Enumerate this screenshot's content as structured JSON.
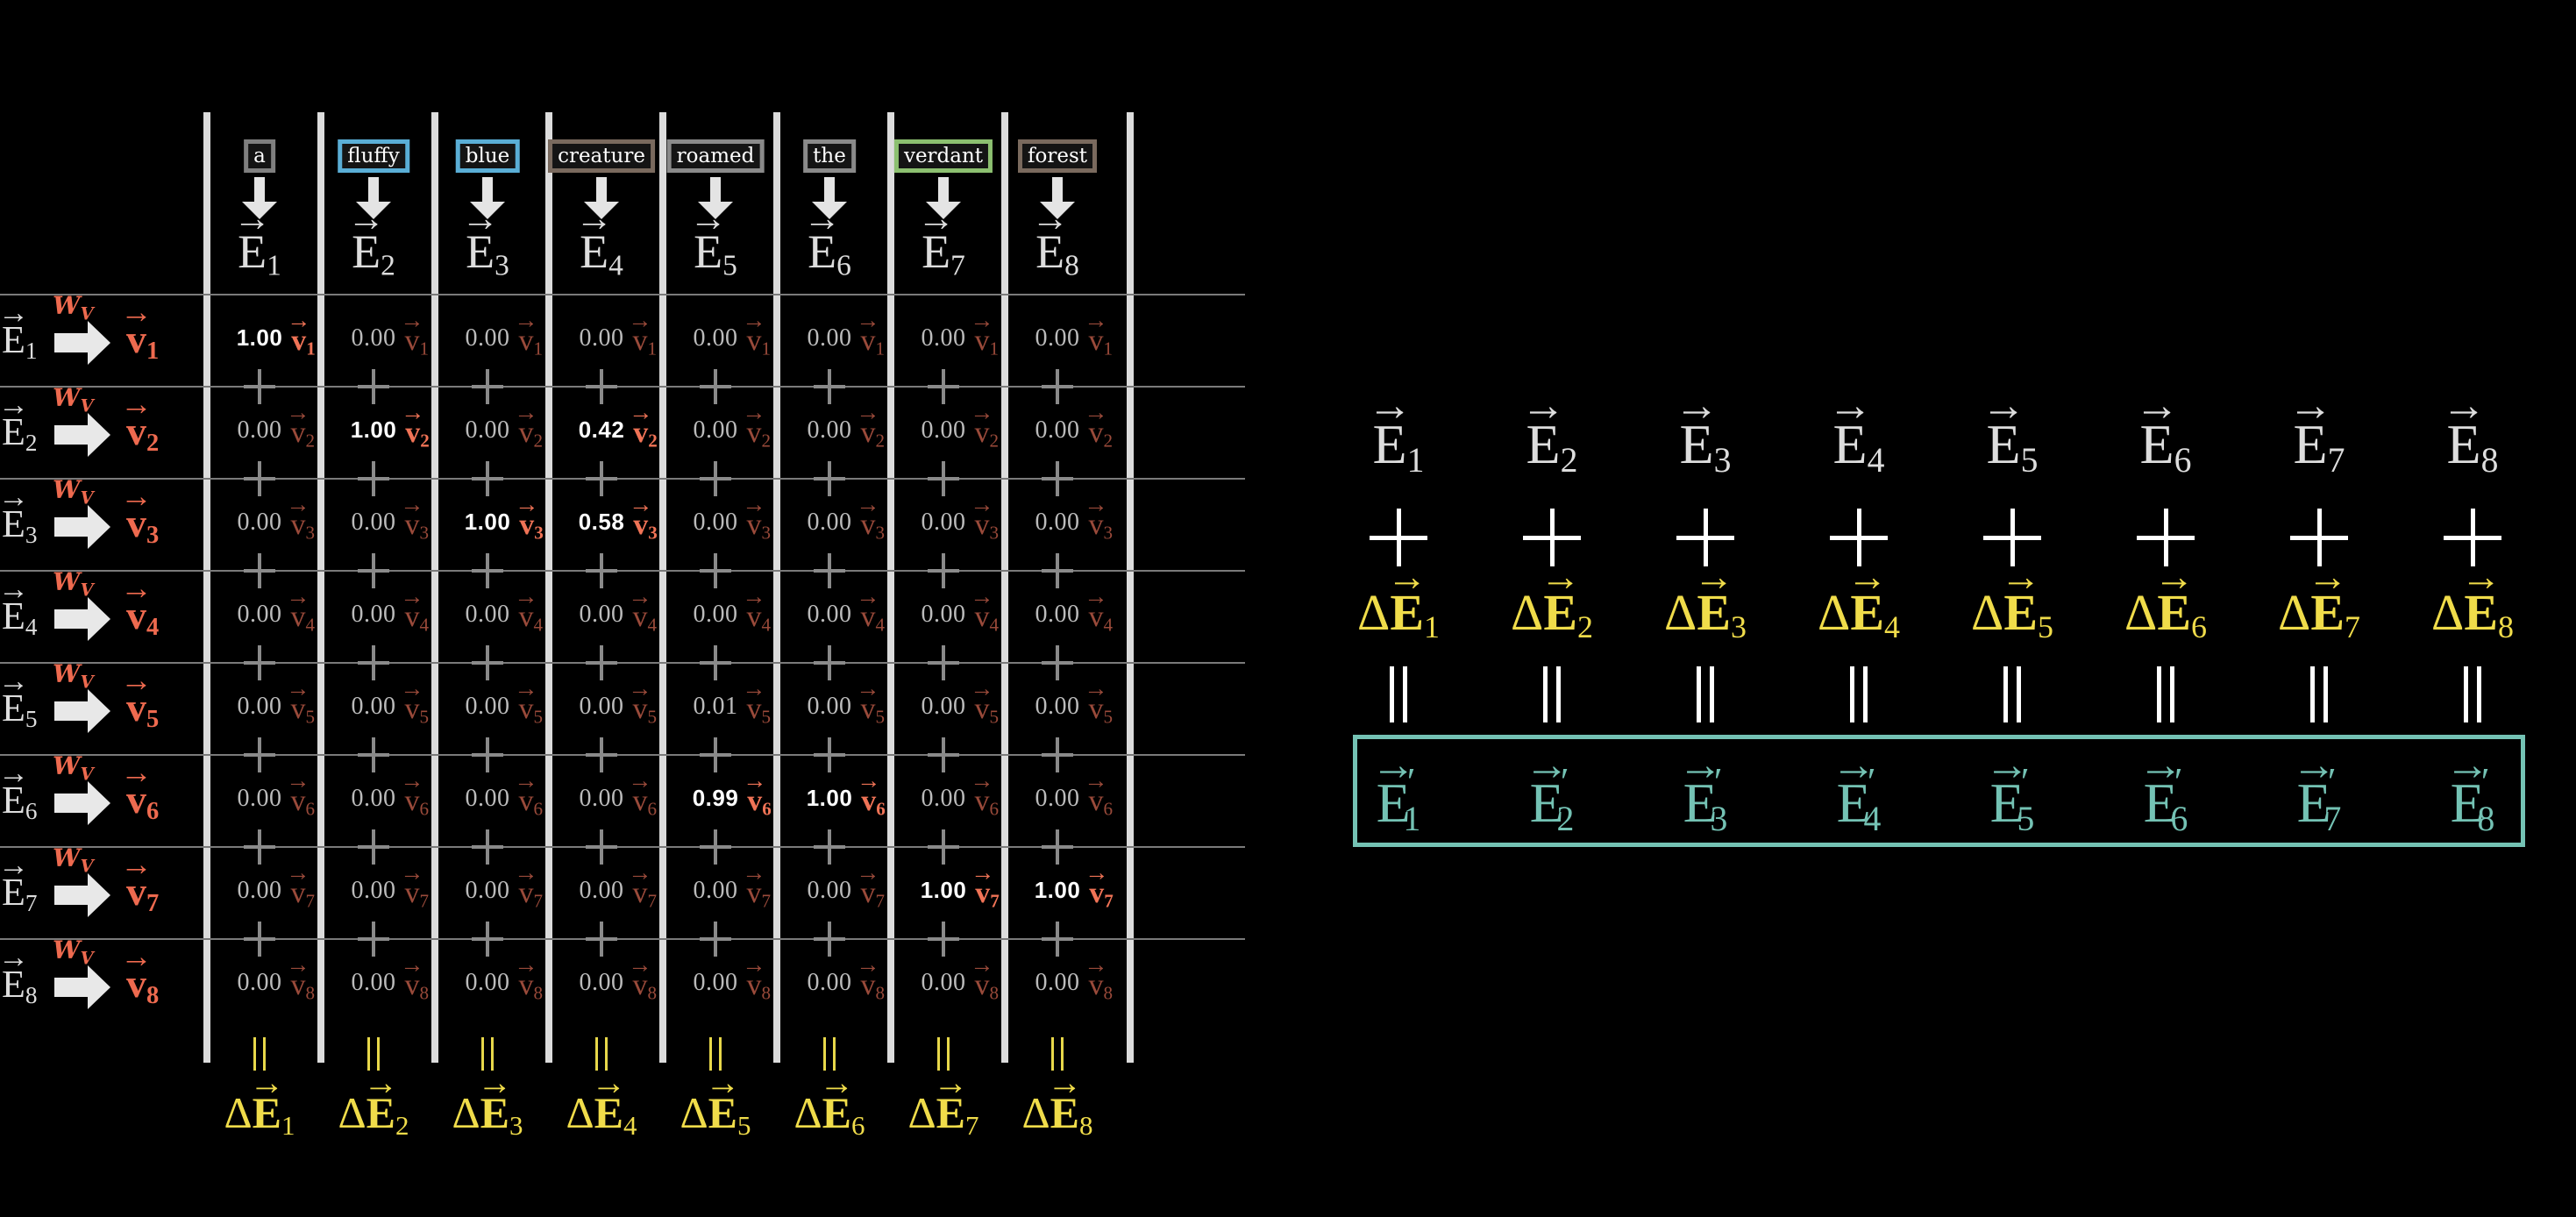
{
  "colors": {
    "background": "#000000",
    "embedding": "#dddddd",
    "value_vector": "#ee6a4f",
    "value_vector_dim": "#9a4a3a",
    "delta": "#f0dc4a",
    "result": "#74c2b4",
    "grid": "#7a7a7a",
    "column_bar": "#dcdcdc"
  },
  "tokens": [
    {
      "word": "a",
      "border": "#7f7f7f"
    },
    {
      "word": "fluffy",
      "border": "#5aaed6"
    },
    {
      "word": "blue",
      "border": "#5aaed6"
    },
    {
      "word": "creature",
      "border": "#7a6a5e"
    },
    {
      "word": "roamed",
      "border": "#8a8a8a"
    },
    {
      "word": "the",
      "border": "#8a8a8a"
    },
    {
      "word": "verdant",
      "border": "#8cc070"
    },
    {
      "word": "forest",
      "border": "#7a6a5e"
    }
  ],
  "column_headers": [
    {
      "sym": "E",
      "sub": "1"
    },
    {
      "sym": "E",
      "sub": "2"
    },
    {
      "sym": "E",
      "sub": "3"
    },
    {
      "sym": "E",
      "sub": "4"
    },
    {
      "sym": "E",
      "sub": "5"
    },
    {
      "sym": "E",
      "sub": "6"
    },
    {
      "sym": "E",
      "sub": "7"
    },
    {
      "sym": "E",
      "sub": "8"
    }
  ],
  "rows": [
    {
      "e_sym": "E",
      "e_sub": "1",
      "w_label": "W",
      "w_sub": "V",
      "v_sym": "v",
      "v_sub": "1"
    },
    {
      "e_sym": "E",
      "e_sub": "2",
      "w_label": "W",
      "w_sub": "V",
      "v_sym": "v",
      "v_sub": "2"
    },
    {
      "e_sym": "E",
      "e_sub": "3",
      "w_label": "W",
      "w_sub": "V",
      "v_sym": "v",
      "v_sub": "3"
    },
    {
      "e_sym": "E",
      "e_sub": "4",
      "w_label": "W",
      "w_sub": "V",
      "v_sym": "v",
      "v_sub": "4"
    },
    {
      "e_sym": "E",
      "e_sub": "5",
      "w_label": "W",
      "w_sub": "V",
      "v_sym": "v",
      "v_sub": "5"
    },
    {
      "e_sym": "E",
      "e_sub": "6",
      "w_label": "W",
      "w_sub": "V",
      "v_sym": "v",
      "v_sub": "6"
    },
    {
      "e_sym": "E",
      "e_sub": "7",
      "w_label": "W",
      "w_sub": "V",
      "v_sym": "v",
      "v_sub": "7"
    },
    {
      "e_sym": "E",
      "e_sub": "8",
      "w_label": "W",
      "w_sub": "V",
      "v_sym": "v",
      "v_sub": "8"
    }
  ],
  "attention_weights": [
    [
      "1.00",
      "0.00",
      "0.00",
      "0.00",
      "0.00",
      "0.00",
      "0.00",
      "0.00"
    ],
    [
      "0.00",
      "1.00",
      "0.00",
      "0.42",
      "0.00",
      "0.00",
      "0.00",
      "0.00"
    ],
    [
      "0.00",
      "0.00",
      "1.00",
      "0.58",
      "0.00",
      "0.00",
      "0.00",
      "0.00"
    ],
    [
      "0.00",
      "0.00",
      "0.00",
      "0.00",
      "0.00",
      "0.00",
      "0.00",
      "0.00"
    ],
    [
      "0.00",
      "0.00",
      "0.00",
      "0.00",
      "0.01",
      "0.00",
      "0.00",
      "0.00"
    ],
    [
      "0.00",
      "0.00",
      "0.00",
      "0.00",
      "0.99",
      "1.00",
      "0.00",
      "0.00"
    ],
    [
      "0.00",
      "0.00",
      "0.00",
      "0.00",
      "0.00",
      "0.00",
      "1.00",
      "1.00"
    ],
    [
      "0.00",
      "0.00",
      "0.00",
      "0.00",
      "0.00",
      "0.00",
      "0.00",
      "0.00"
    ]
  ],
  "highlighted_cells": [
    [
      0,
      0
    ],
    [
      1,
      1
    ],
    [
      1,
      3
    ],
    [
      2,
      2
    ],
    [
      2,
      3
    ],
    [
      5,
      4
    ],
    [
      5,
      5
    ],
    [
      6,
      6
    ],
    [
      6,
      7
    ]
  ],
  "delta_outputs": [
    {
      "delta": "Δ",
      "sym": "E",
      "sub": "1"
    },
    {
      "delta": "Δ",
      "sym": "E",
      "sub": "2"
    },
    {
      "delta": "Δ",
      "sym": "E",
      "sub": "3"
    },
    {
      "delta": "Δ",
      "sym": "E",
      "sub": "4"
    },
    {
      "delta": "Δ",
      "sym": "E",
      "sub": "5"
    },
    {
      "delta": "Δ",
      "sym": "E",
      "sub": "6"
    },
    {
      "delta": "Δ",
      "sym": "E",
      "sub": "7"
    },
    {
      "delta": "Δ",
      "sym": "E",
      "sub": "8"
    }
  ],
  "update_equation": {
    "embeddings": [
      {
        "sym": "E",
        "sub": "1"
      },
      {
        "sym": "E",
        "sub": "2"
      },
      {
        "sym": "E",
        "sub": "3"
      },
      {
        "sym": "E",
        "sub": "4"
      },
      {
        "sym": "E",
        "sub": "5"
      },
      {
        "sym": "E",
        "sub": "6"
      },
      {
        "sym": "E",
        "sub": "7"
      },
      {
        "sym": "E",
        "sub": "8"
      }
    ],
    "operator": "+",
    "deltas": [
      {
        "delta": "Δ",
        "sym": "E",
        "sub": "1"
      },
      {
        "delta": "Δ",
        "sym": "E",
        "sub": "2"
      },
      {
        "delta": "Δ",
        "sym": "E",
        "sub": "3"
      },
      {
        "delta": "Δ",
        "sym": "E",
        "sub": "4"
      },
      {
        "delta": "Δ",
        "sym": "E",
        "sub": "5"
      },
      {
        "delta": "Δ",
        "sym": "E",
        "sub": "6"
      },
      {
        "delta": "Δ",
        "sym": "E",
        "sub": "7"
      },
      {
        "delta": "Δ",
        "sym": "E",
        "sub": "8"
      }
    ],
    "equals": "=",
    "results": [
      {
        "sym": "E",
        "prime": "′",
        "sub": "1"
      },
      {
        "sym": "E",
        "prime": "′",
        "sub": "2"
      },
      {
        "sym": "E",
        "prime": "′",
        "sub": "3"
      },
      {
        "sym": "E",
        "prime": "′",
        "sub": "4"
      },
      {
        "sym": "E",
        "prime": "′",
        "sub": "5"
      },
      {
        "sym": "E",
        "prime": "′",
        "sub": "6"
      },
      {
        "sym": "E",
        "prime": "′",
        "sub": "7"
      },
      {
        "sym": "E",
        "prime": "′",
        "sub": "8"
      }
    ]
  }
}
